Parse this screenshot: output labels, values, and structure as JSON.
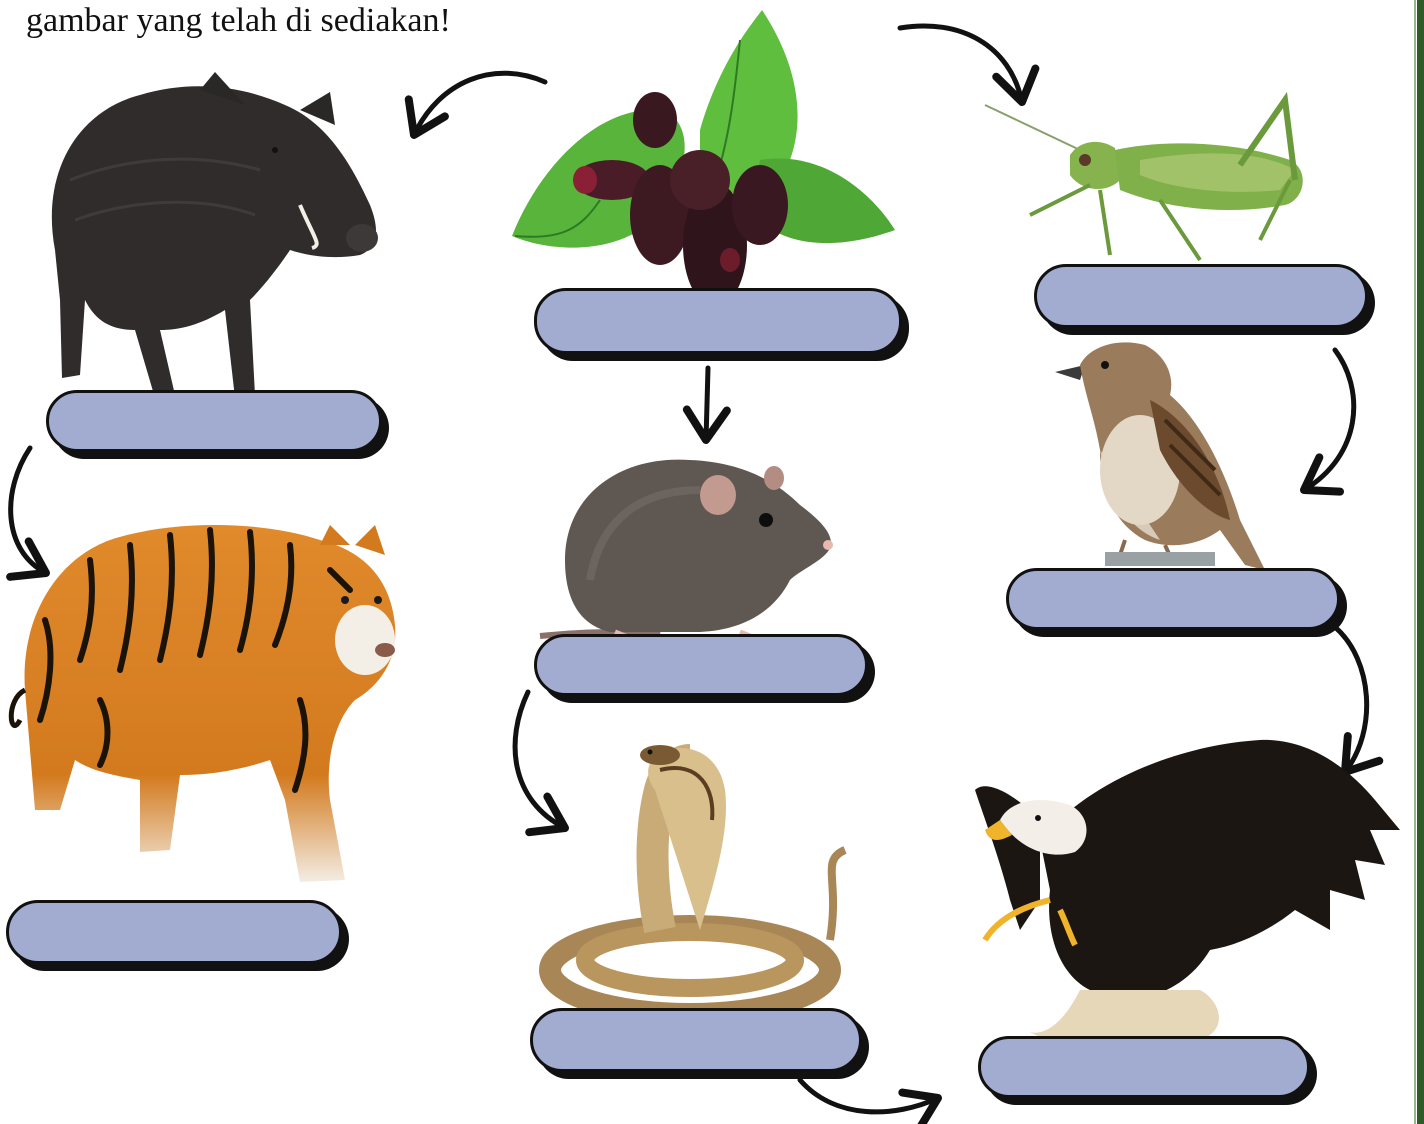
{
  "instruction": "gambar yang telah di sediakan!",
  "organisms": [
    {
      "key": "mulberry",
      "label": ""
    },
    {
      "key": "boar",
      "label": ""
    },
    {
      "key": "grasshopper",
      "label": ""
    },
    {
      "key": "rat",
      "label": ""
    },
    {
      "key": "tiger",
      "label": ""
    },
    {
      "key": "sparrow",
      "label": ""
    },
    {
      "key": "snake",
      "label": ""
    },
    {
      "key": "eagle",
      "label": ""
    }
  ],
  "colors": {
    "label_fill": "#a1acd0",
    "outline": "#111111",
    "border": "#2f5a2a"
  },
  "icons": [
    "mulberry-icon",
    "boar-icon",
    "grasshopper-icon",
    "rat-icon",
    "tiger-icon",
    "sparrow-icon",
    "snake-icon",
    "eagle-icon",
    "arrow-icon"
  ]
}
